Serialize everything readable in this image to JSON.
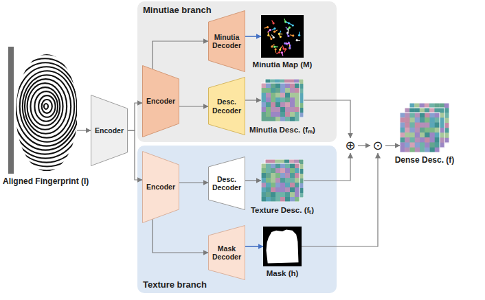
{
  "diagram": {
    "nodes": [
      {
        "text": [
          "Aligned Fingerprint (I)"
        ]
      },
      {
        "text": [
          "Encoder"
        ]
      },
      {
        "text": [
          "Minutiae branch"
        ]
      },
      {
        "text": [
          "Encoder"
        ],
        "in": 2
      },
      {
        "text": [
          "Minutia Decoder"
        ],
        "in": 2
      },
      {
        "text": [
          "Minutia Map (M)"
        ],
        "in": 2
      },
      {
        "text": [
          "Desc. Decoder"
        ],
        "in": 2
      },
      {
        "text": [
          "Minutia Desc. (fₘ)"
        ],
        "in": 2
      },
      {
        "text": [
          "Texture branch"
        ]
      },
      {
        "text": [
          "Encoder"
        ],
        "in": 8
      },
      {
        "text": [
          "Desc. Decoder"
        ],
        "in": 8
      },
      {
        "text": [
          "Texture Desc. (fₜ)"
        ],
        "in": 8
      },
      {
        "text": [
          "Mask Decoder"
        ],
        "in": 8
      },
      {
        "text": [
          "Mask (h)"
        ],
        "in": 8
      },
      {
        "text": [
          "⊕"
        ]
      },
      {
        "text": [
          "⊙"
        ]
      },
      {
        "text": [
          "Dense Desc. (f)"
        ]
      }
    ],
    "edges": [
      {
        "from": 0,
        "to": 1,
        "arrow": "to"
      },
      {
        "from": 1,
        "to": 3,
        "arrow": "to"
      },
      {
        "from": 1,
        "to": 9,
        "arrow": "to"
      },
      {
        "from": 3,
        "to": 4,
        "arrow": "to"
      },
      {
        "from": 3,
        "to": 6,
        "arrow": "to"
      },
      {
        "from": 6,
        "to": 7,
        "arrow": "to"
      },
      {
        "from": 4,
        "to": 5,
        "arrow": "to"
      },
      {
        "from": 9,
        "to": 10,
        "arrow": "to"
      },
      {
        "from": 9,
        "to": 12,
        "arrow": "to"
      },
      {
        "from": 12,
        "to": 13,
        "arrow": "to"
      },
      {
        "from": 10,
        "to": 11,
        "arrow": "to"
      },
      {
        "from": 7,
        "to": 14,
        "arrow": "to"
      },
      {
        "from": 11,
        "to": 14,
        "arrow": "to"
      },
      {
        "from": 14,
        "to": 15,
        "arrow": "to"
      },
      {
        "from": 13,
        "to": 15,
        "arrow": "to"
      },
      {
        "from": 15,
        "to": 16,
        "arrow": "to"
      }
    ]
  }
}
